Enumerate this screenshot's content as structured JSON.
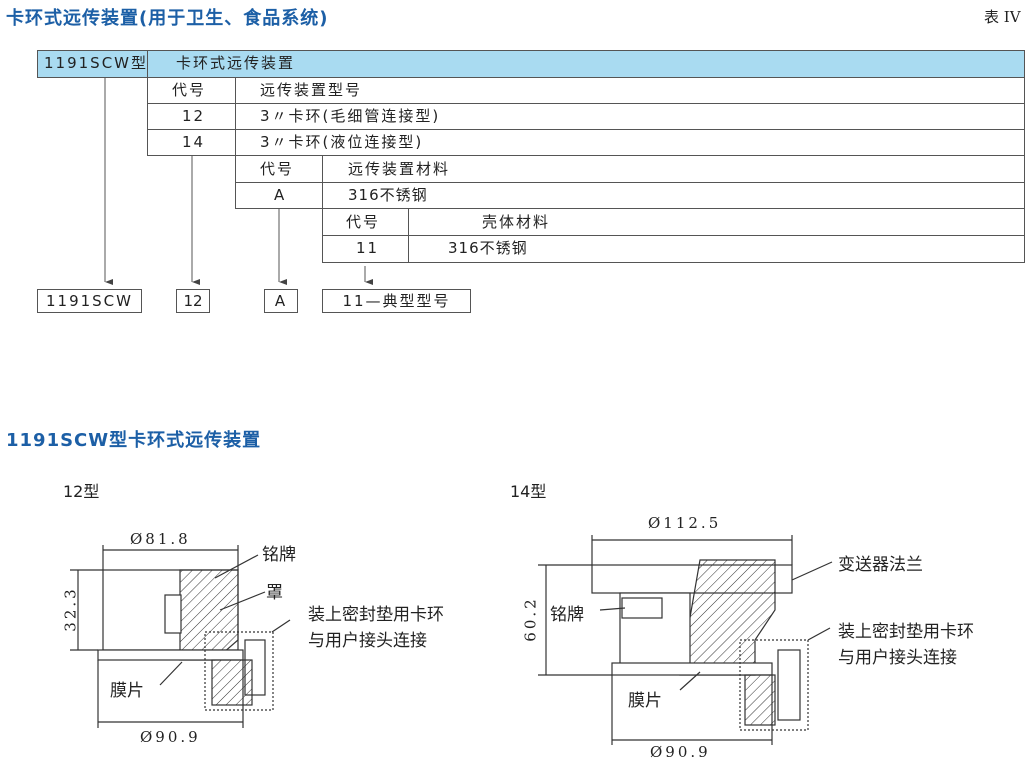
{
  "header": {
    "title": "卡环式远传装置(用于卫生、食品系统)",
    "table_no": "表 IV"
  },
  "code_table": {
    "model": "1191SCW型",
    "model_desc": "卡环式远传装置",
    "device_type": {
      "code_header": "代号",
      "desc_header": "远传装置型号",
      "rows": [
        {
          "code": "12",
          "desc": "3〃卡环(毛细管连接型)"
        },
        {
          "code": "14",
          "desc": "3〃卡环(液位连接型)"
        }
      ]
    },
    "device_material": {
      "code_header": "代号",
      "desc_header": "远传装置材料",
      "rows": [
        {
          "code": "A",
          "desc": "316不锈钢"
        }
      ]
    },
    "housing_material": {
      "code_header": "代号",
      "desc_header": "壳体材料",
      "rows": [
        {
          "code": "11",
          "desc": "316不锈钢"
        }
      ]
    },
    "example": {
      "model": "1191SCW",
      "type": "12",
      "material": "A",
      "housing": "11—典型型号"
    }
  },
  "section2": {
    "title": "1191SCW型卡环式远传装置"
  },
  "drawing12": {
    "label": "12型",
    "dia_top": "Ø81.8",
    "height": "32.3",
    "nameplate": "铭牌",
    "cover": "罩",
    "clamp_note1": "装上密封垫用卡环",
    "clamp_note2": "与用户接头连接",
    "diaphragm": "膜片",
    "dia_bottom": "Ø90.9"
  },
  "drawing14": {
    "label": "14型",
    "dia_top": "Ø112.5",
    "flange": "变送器法兰",
    "height": "60.2",
    "nameplate": "铭牌",
    "clamp_note1": "装上密封垫用卡环",
    "clamp_note2": "与用户接头连接",
    "diaphragm": "膜片",
    "dia_bottom": "Ø90.9"
  },
  "colors": {
    "title": "#1c5fa6",
    "header_fill": "#a9dbf1"
  }
}
